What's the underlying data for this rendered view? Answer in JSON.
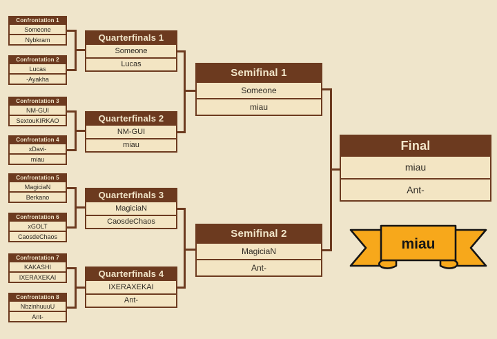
{
  "app": {
    "background_color": "#EFE5CB",
    "accent_brown": "#6C3A1F",
    "row_color": "#F3E5C3",
    "ribbon_gold": "#F7A81B"
  },
  "bracket": {
    "confrontations": [
      {
        "title": "Confrontation 1",
        "players": [
          "Someone",
          "Nybkram"
        ]
      },
      {
        "title": "Confrontation 2",
        "players": [
          "Lucas",
          "-Ayakha"
        ]
      },
      {
        "title": "Confrontation 3",
        "players": [
          "NM-GUI",
          "SextouKIRKAO"
        ]
      },
      {
        "title": "Confrontation 4",
        "players": [
          "xDavi-",
          "miau"
        ]
      },
      {
        "title": "Confrontation 5",
        "players": [
          "MagiciaN",
          "Berkano"
        ]
      },
      {
        "title": "Confrontation 6",
        "players": [
          "xGOLT",
          "CaosdeChaos"
        ]
      },
      {
        "title": "Confrontation 7",
        "players": [
          "KAKASHI",
          "IXERAXEKAI"
        ]
      },
      {
        "title": "Confrontation 8",
        "players": [
          "NbzinhuuuU",
          "Ant-"
        ]
      }
    ],
    "quarterfinals": [
      {
        "title": "Quarterfinals 1",
        "players": [
          "Someone",
          "Lucas"
        ]
      },
      {
        "title": "Quarterfinals 2",
        "players": [
          "NM-GUI",
          "miau"
        ]
      },
      {
        "title": "Quarterfinals 3",
        "players": [
          "MagiciaN",
          "CaosdeChaos"
        ]
      },
      {
        "title": "Quarterfinals 4",
        "players": [
          "IXERAXEKAI",
          "Ant-"
        ]
      }
    ],
    "semifinals": [
      {
        "title": "Semifinal 1",
        "players": [
          "Someone",
          "miau"
        ]
      },
      {
        "title": "Semifinal 2",
        "players": [
          "MagiciaN",
          "Ant-"
        ]
      }
    ],
    "final": {
      "title": "Final",
      "players": [
        "miau",
        "Ant-"
      ]
    },
    "winner": "miau"
  }
}
